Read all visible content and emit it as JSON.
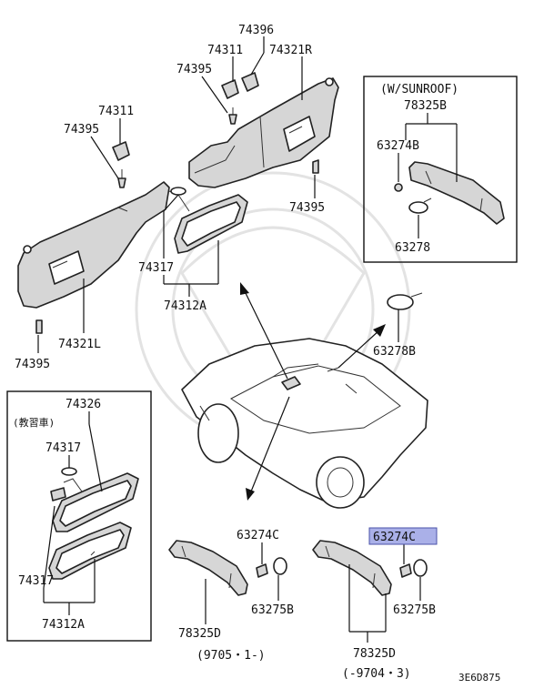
{
  "labels": {
    "p74396": "74396",
    "p74311_top": "74311",
    "p74321R": "74321R",
    "p74395_top": "74395",
    "p74311_left": "74311",
    "p74395_left": "74395",
    "p74395_right": "74395",
    "p74317_top": "74317",
    "p74312A_top": "74312A",
    "p74321L": "74321L",
    "p74395_bottom": "74395",
    "sunroof_title": "(W/SUNROOF)",
    "p78325B": "78325B",
    "p63274B": "63274B",
    "p63278": "63278",
    "p63278B": "63278B",
    "kyoshu_title": "(教習車)",
    "p74326": "74326",
    "p74317_inset_top": "74317",
    "p74317_inset_bottom": "74317",
    "p74312A_inset": "74312A",
    "p63274C_left": "63274C",
    "p63275B_left": "63275B",
    "p78325D_left": "78325D",
    "date_left": "(9705・1-)",
    "p63274C_right": "63274C",
    "p63275B_right": "63275B",
    "p78325D_right": "78325D",
    "date_right": "(-9704・3)",
    "diagram_code": "3E6D875"
  },
  "highlight": {
    "part": "63274C",
    "color": "#aab0e8"
  }
}
